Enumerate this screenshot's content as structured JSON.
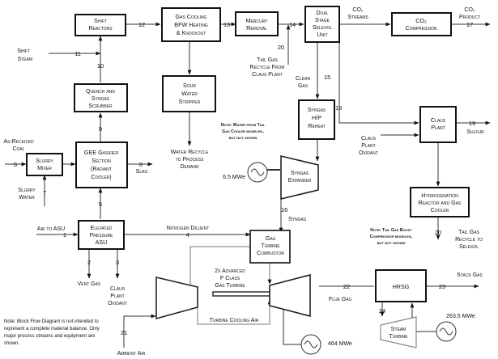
{
  "diagram": {
    "blocks": {
      "shift_reactors": [
        "Shift",
        "Reactors"
      ],
      "gas_cooling": [
        "Gas Cooling",
        "BFW Heating",
        "& Knockout"
      ],
      "mercury_removal": [
        "Mercury",
        "Removal"
      ],
      "selexol": [
        "Dual",
        "Stage",
        "Selexol",
        "Unit"
      ],
      "co2_compression": [
        "CO₂",
        "Compression"
      ],
      "quench_scrubber": [
        "Quench and",
        "Syngas",
        "Scrubber"
      ],
      "sour_water": [
        "Sour",
        "Water",
        "Stripper"
      ],
      "syngas_reheat": [
        "Syngas",
        "H/P",
        "Reheat"
      ],
      "claus_plant": [
        "Claus",
        "Plant"
      ],
      "slurry_mixer": [
        "Slurry",
        "Mixer"
      ],
      "gasifier": [
        "GEE Gasifier",
        "Section",
        "(Radiant",
        "Cooler)"
      ],
      "syngas_expander": [
        "Syngas",
        "Expander"
      ],
      "hydrogenation": [
        "Hydrogenation",
        "Reactor and Gas",
        "Cooler"
      ],
      "asu": [
        "Elevated",
        "Pressure",
        "ASU"
      ],
      "gt_combustor": [
        "Gas",
        "Turbine",
        "Combustor"
      ],
      "gas_turbine": [
        "2x Advanced",
        "F Class",
        "Gas Turbine"
      ],
      "hrsg": [
        "HRSG"
      ],
      "steam_turbine": [
        "Steam",
        "Turbine"
      ]
    },
    "labels": {
      "shift_steam": [
        "Shift",
        "Steam"
      ],
      "co2_streams": [
        "CO₂",
        "Streams"
      ],
      "co2_product": [
        "CO₂",
        "Product"
      ],
      "tail_gas_recycle_claus": [
        "Tail Gas",
        "Recycle From",
        "Claus Plant"
      ],
      "clean_gas": [
        "Clean",
        "Gas"
      ],
      "as_received_coal": [
        "As-Received",
        "Coal"
      ],
      "slurry_water": [
        "Slurry",
        "Water"
      ],
      "slag": "Slag",
      "water_recycle": [
        "Water Recycle",
        "to Process",
        "Demand"
      ],
      "sulfur": "Sulfur",
      "claus_oxidant_right": [
        "Claus",
        "Plant",
        "Oxidant"
      ],
      "syngas": "Syngas",
      "tail_gas_recycle_selexol": [
        "Tail Gas",
        "Recycle to",
        "Selexol"
      ],
      "air_to_asu": "Air to ASU",
      "nitrogen_diluent": "Nitrogen Diluent",
      "vent_gas": "Vent Gas",
      "claus_oxidant_left": [
        "Claus",
        "Plant",
        "Oxidant"
      ],
      "flue_gas": "Flue Gas",
      "stack_gas": "Stack Gas",
      "turbine_cooling_air": "Turbine Cooling Air",
      "ambient_air": "Ambient Air"
    },
    "power": {
      "expander": "6.5 MWe",
      "gas_turbine": "464 MWe",
      "steam_turbine": "263.5 MWe"
    },
    "notes": {
      "tail_gas_cooler": [
        "Note: Water from Tail",
        "Gas Cooler modeled,",
        "but not shown"
      ],
      "boost_compressor": [
        "Note: Tail Gas Boost",
        "Compressor modeled,",
        "but not shown"
      ],
      "footnote": [
        "Note:  Block Flow Diagram is not intended to",
        "represent a complete material balance.  Only",
        "major process streams and equipment are",
        "shown."
      ]
    },
    "streams": {
      "s1": "1",
      "s2": "2",
      "s3": "3",
      "s4": "4",
      "s5": "5",
      "s6": "6",
      "s7": "7",
      "s8": "8",
      "s9": "9",
      "s10": "10",
      "s11": "11",
      "s12": "12",
      "s13": "13",
      "s14": "14",
      "s15": "15",
      "s16": "16",
      "s17": "17",
      "s18": "18",
      "s19": "19",
      "s20a": "20",
      "s20b": "20",
      "s21": "21",
      "s22": "22",
      "s23": "23",
      "s24": "24"
    }
  }
}
